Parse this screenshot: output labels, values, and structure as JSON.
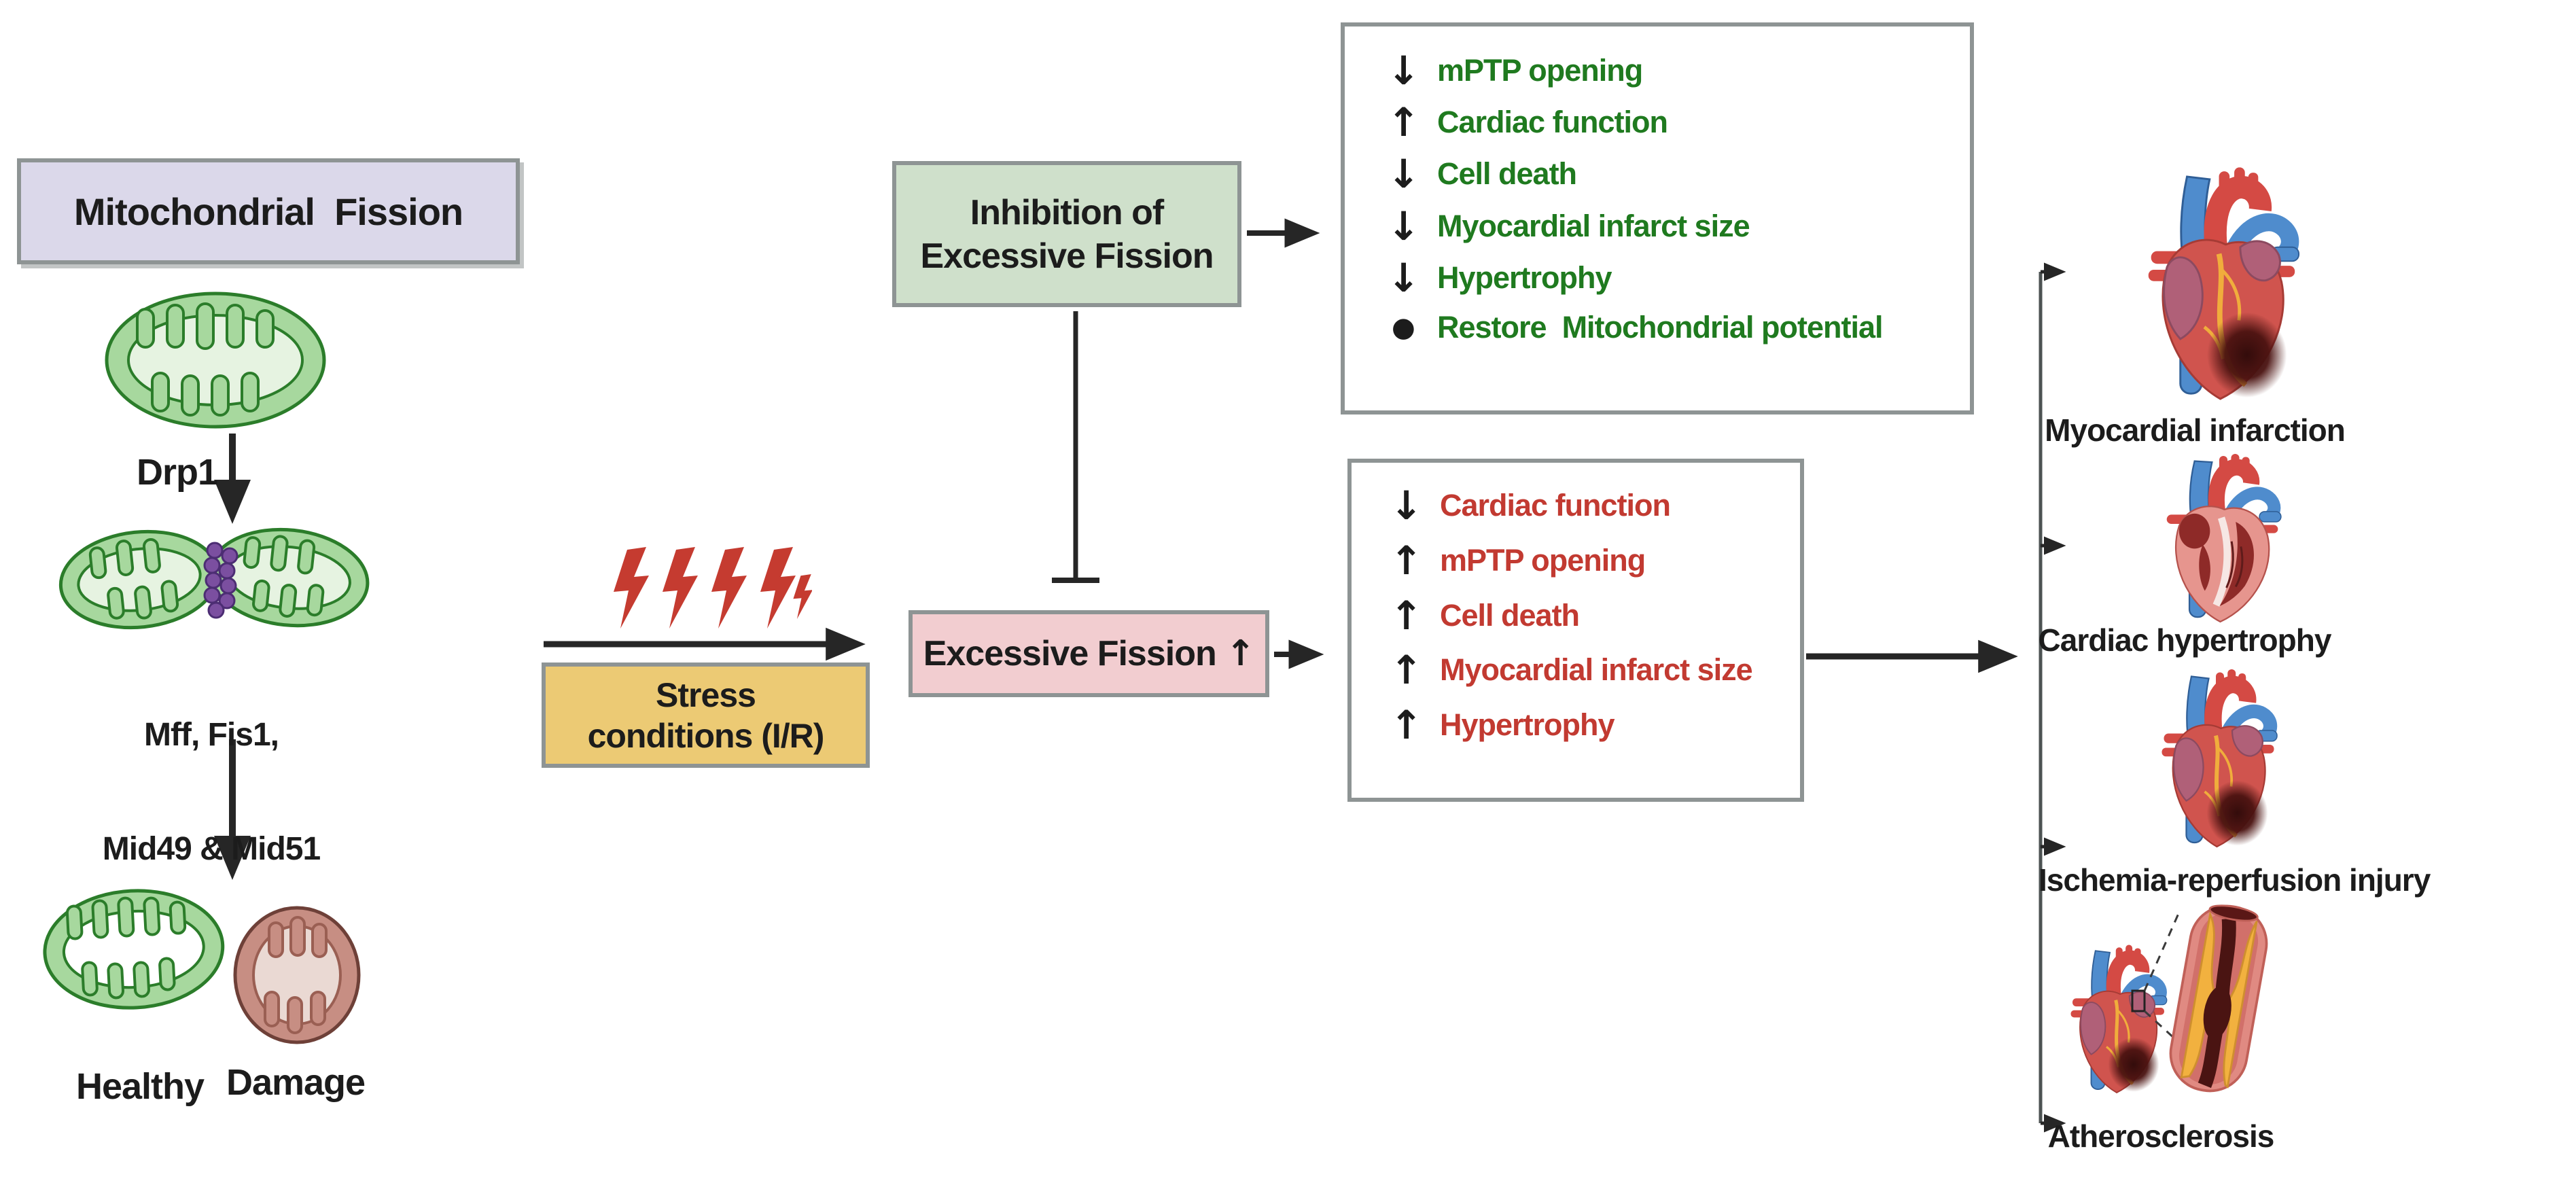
{
  "colors": {
    "lavender_box": "#dbd8ea",
    "green_box": "#cfe0cb",
    "pink_box": "#f2cdd0",
    "yellow_box": "#ecca74",
    "box_border_gray": "#8e9494",
    "green_text": "#1f7a1f",
    "red_text": "#c23a31",
    "bolt_red": "#c53b30",
    "arrow_black": "#262626",
    "mito_green_fill": "#a7d89e",
    "mito_green_stroke": "#2b7d2a",
    "mito_damage_fill": "#c78e83",
    "drp1_bead_purple": "#7b4fa0"
  },
  "title_box": {
    "label": "Mitochondrial  Fission"
  },
  "fission_pathway": {
    "drp1_label": "Drp1",
    "adaptors_line1": "Mff, Fis1,",
    "adaptors_line2": "Mid49 & Mid51",
    "healthy_label": "Healthy",
    "damage_label": "Damage"
  },
  "stress_box": {
    "line1": "Stress",
    "line2": "conditions (I/R)"
  },
  "excessive_box": {
    "label": "Excessive Fission",
    "arrow": "↑"
  },
  "inhibition_box": {
    "line1": "Inhibition of",
    "line2": "Excessive Fission"
  },
  "inhibition_outcomes": {
    "items": [
      {
        "glyph": "↓",
        "text": "mPTP opening"
      },
      {
        "glyph": "↑",
        "text": "Cardiac function"
      },
      {
        "glyph": "↓",
        "text": "Cell death"
      },
      {
        "glyph": "↓",
        "text": "Myocardial infarct size"
      },
      {
        "glyph": "↓",
        "text": "Hypertrophy"
      },
      {
        "glyph": "●",
        "text": "Restore  Mitochondrial potential"
      }
    ]
  },
  "excessive_outcomes": {
    "items": [
      {
        "glyph": "↓",
        "text": "Cardiac function"
      },
      {
        "glyph": "↑",
        "text": "mPTP opening"
      },
      {
        "glyph": "↑",
        "text": "Cell death"
      },
      {
        "glyph": "↑",
        "text": "Myocardial infarct size"
      },
      {
        "glyph": "↑",
        "text": "Hypertrophy"
      }
    ]
  },
  "diseases": {
    "labels": [
      "Myocardial infarction",
      "Cardiac hypertrophy",
      "Ischemia-reperfusion injury",
      "Atherosclerosis"
    ]
  }
}
